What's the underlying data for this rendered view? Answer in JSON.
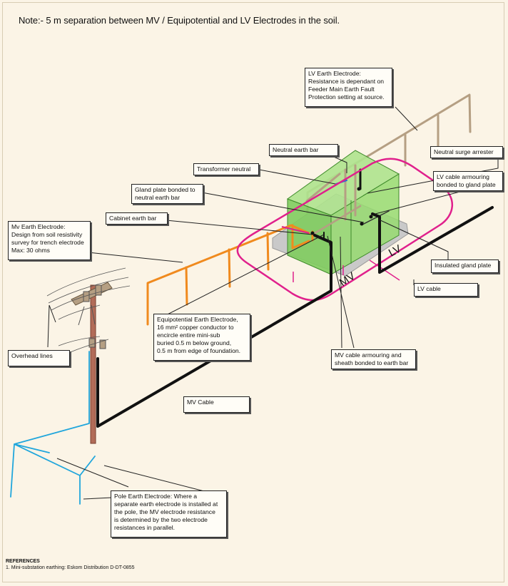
{
  "note": "Note:- 5 m separation between MV / Equipotential and LV Electrodes in the soil.",
  "labels": {
    "lv_earth_electrode": "LV Earth Electrode:\nResistance is dependant on\nFeeder Main Earth Fault\nProtection setting at source.",
    "neutral_earth_bar": "Neutral earth bar",
    "neutral_surge_arrester": "Neutral surge arrester",
    "transformer_neutral": "Transformer neutral",
    "lv_cable_armouring": "LV cable armouring\nbonded to gland plate",
    "gland_plate_bonded": "Gland plate bonded to\nneutral earth bar",
    "cabinet_earth_bar": "Cabinet earth bar",
    "mv_earth_electrode": "Mv Earth Electrode:\nDesign from soil resistivity\nsurvey for trench electrode\nMax: 30 ohms",
    "insulated_gland_plate": "Insulated gland plate",
    "lv_cable": "LV cable",
    "equipotential_electrode": "Equipotential Earth Electrode,\n16 mm² copper conductor to\nencircle entire mini-sub\nburied 0.5 m below ground,\n0.5 m from edge of foundation.",
    "overhead_lines": "Overhead lines",
    "mv_armouring": "MV cable armouring and\nsheath bonded to earth bar",
    "mv_cable": "MV Cable",
    "pole_earth_electrode": "Pole Earth Electrode: Where a\nseparate earth electrode is installed at\nthe pole, the MV electrode resistance\nis determined by the two electrode\nresistances in parallel.",
    "mv_tag": "MV",
    "lv_tag": "LV"
  },
  "references": {
    "title": "REFERENCES",
    "items": [
      "1. Mini-substation earthing: Eskom Distribution D-DT-0855"
    ]
  },
  "colors": {
    "background": "#fbf4e6",
    "lv_electrode": "#b59f83",
    "mv_electrode": "#f08a1e",
    "equipotential": "#e0208c",
    "pole_electrode": "#20a6dc",
    "cable": "#111111",
    "minisub_fill": "#8ad466",
    "pole": "#b26c58"
  }
}
